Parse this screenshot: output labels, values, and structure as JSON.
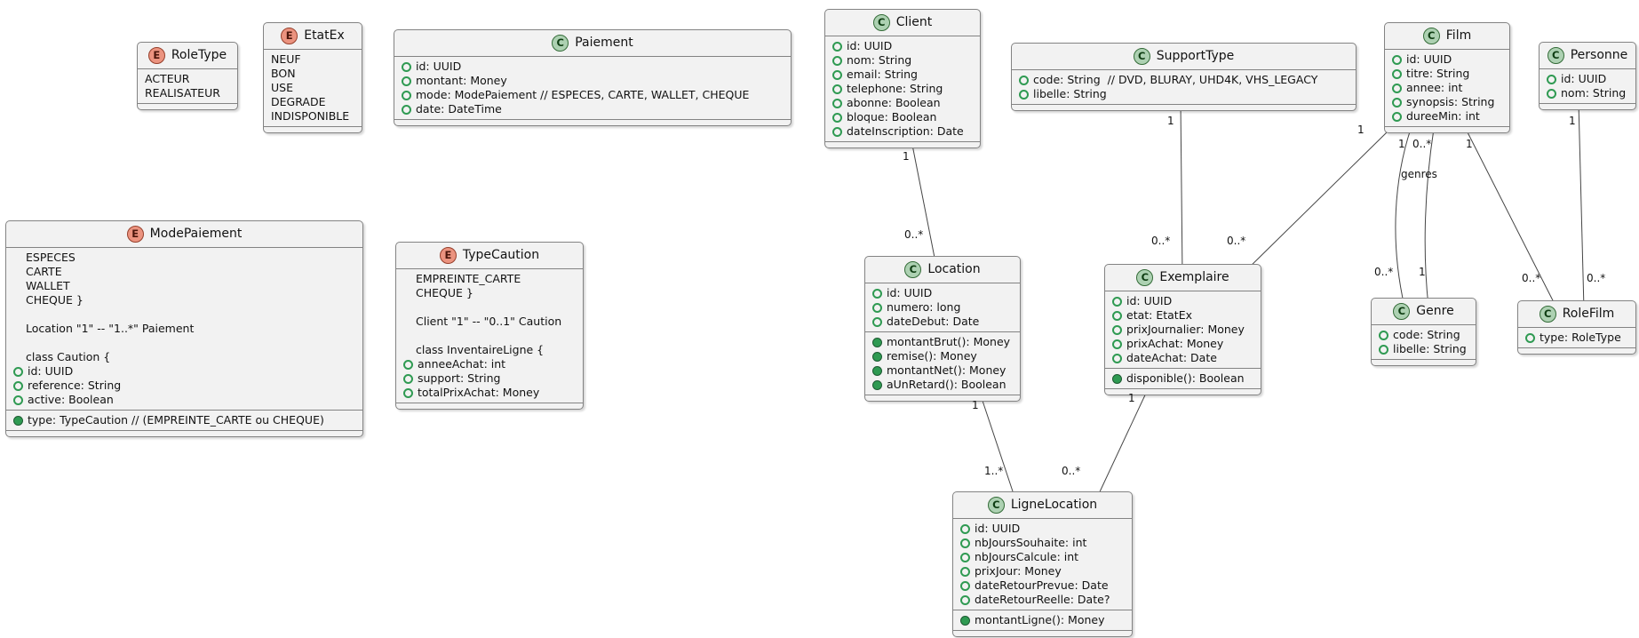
{
  "colors": {
    "box_background": "#F2F2F2",
    "box_border": "#838383",
    "class_spot": "#ADD1B2",
    "enum_spot": "#EB937F",
    "member_icon_green": "#2F9A52",
    "edge_line": "#454545"
  },
  "classes": {
    "roleType": {
      "badge": "E",
      "title": "RoleType",
      "items": [
        "ACTEUR",
        "REALISATEUR"
      ]
    },
    "etatEx": {
      "badge": "E",
      "title": "EtatEx",
      "items": [
        "NEUF",
        "BON",
        "USE",
        "DEGRADE",
        "INDISPONIBLE"
      ]
    },
    "paiement": {
      "badge": "C",
      "title": "Paiement",
      "attrs": [
        "id: UUID",
        "montant: Money",
        "mode: ModePaiement // ESPECES, CARTE, WALLET, CHEQUE",
        "date: DateTime"
      ]
    },
    "modePaiement": {
      "badge": "E",
      "title": "ModePaiement",
      "items": [
        "ESPECES",
        "CARTE",
        "WALLET",
        "CHEQUE }",
        "",
        "Location \"1\" -- \"1..*\" Paiement",
        "",
        "class Caution {"
      ],
      "attrs": [
        "id: UUID",
        "reference: String",
        "active: Boolean"
      ],
      "methods": [
        "type: TypeCaution // (EMPREINTE_CARTE ou CHEQUE)"
      ]
    },
    "typeCaution": {
      "badge": "E",
      "title": "TypeCaution",
      "items": [
        "EMPREINTE_CARTE",
        "CHEQUE }",
        "",
        "Client \"1\" -- \"0..1\" Caution",
        "",
        "class InventaireLigne {"
      ],
      "attrs": [
        "anneeAchat: int",
        "support: String",
        "totalPrixAchat: Money"
      ]
    },
    "client": {
      "badge": "C",
      "title": "Client",
      "attrs": [
        "id: UUID",
        "nom: String",
        "email: String",
        "telephone: String",
        "abonne: Boolean",
        "bloque: Boolean",
        "dateInscription: Date"
      ]
    },
    "supportType": {
      "badge": "C",
      "title": "SupportType",
      "attrs": [
        "code: String  // DVD, BLURAY, UHD4K, VHS_LEGACY",
        "libelle: String"
      ]
    },
    "film": {
      "badge": "C",
      "title": "Film",
      "attrs": [
        "id: UUID",
        "titre: String",
        "annee: int",
        "synopsis: String",
        "dureeMin: int"
      ]
    },
    "personne": {
      "badge": "C",
      "title": "Personne",
      "attrs": [
        "id: UUID",
        "nom: String"
      ]
    },
    "location": {
      "badge": "C",
      "title": "Location",
      "attrs": [
        "id: UUID",
        "numero: long",
        "dateDebut: Date"
      ],
      "methods": [
        "montantBrut(): Money",
        "remise(): Money",
        "montantNet(): Money",
        "aUnRetard(): Boolean"
      ]
    },
    "exemplaire": {
      "badge": "C",
      "title": "Exemplaire",
      "attrs": [
        "id: UUID",
        "etat: EtatEx",
        "prixJournalier: Money",
        "prixAchat: Money",
        "dateAchat: Date"
      ],
      "methods": [
        "disponible(): Boolean"
      ]
    },
    "genre": {
      "badge": "C",
      "title": "Genre",
      "attrs": [
        "code: String",
        "libelle: String"
      ]
    },
    "roleFilm": {
      "badge": "C",
      "title": "RoleFilm",
      "attrs": [
        "type: RoleType"
      ]
    },
    "ligneLocation": {
      "badge": "C",
      "title": "LigneLocation",
      "attrs": [
        "id: UUID",
        "nbJoursSouhaite: int",
        "nbJoursCalcule: int",
        "prixJour: Money",
        "dateRetourPrevue: Date",
        "dateRetourReelle: Date?"
      ],
      "methods": [
        "montantLigne(): Money"
      ]
    }
  },
  "edges": {
    "clientLocation": {
      "near": "1",
      "far": "0..*"
    },
    "supportTypeExemplaire": {
      "near": "1",
      "far": "0..*"
    },
    "filmExemplaire": {
      "near": "1",
      "far": "0..*"
    },
    "filmGenre": {
      "near": "1",
      "far": "0..*",
      "label": "genres"
    },
    "genreFilm": {
      "near": "0..*",
      "far": "1"
    },
    "filmRoleFilm": {
      "near": "1",
      "far": "0..*"
    },
    "personneRoleFilm": {
      "near": "1",
      "far": "0..*"
    },
    "locationLigneLocation": {
      "near": "1",
      "far": "1..*"
    },
    "exemplaireLigneLocation": {
      "near": "1",
      "far": "0..*"
    }
  }
}
